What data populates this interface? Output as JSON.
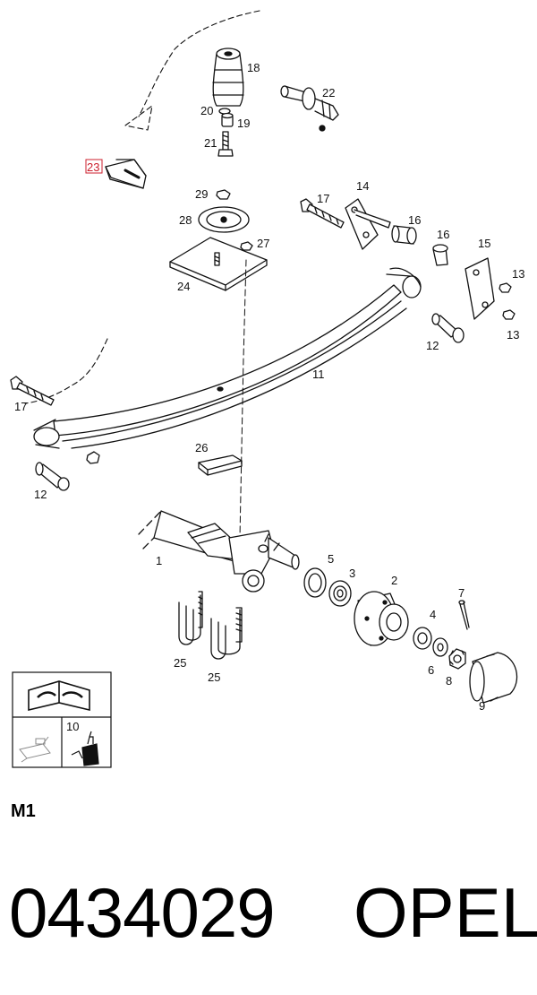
{
  "diagram": {
    "callouts": {
      "c1": "1",
      "c2": "2",
      "c3": "3",
      "c4": "4",
      "c5": "5",
      "c6": "6",
      "c7": "7",
      "c8": "8",
      "c9": "9",
      "c10": "10",
      "c11": "11",
      "c12a": "12",
      "c12b": "12",
      "c13a": "13",
      "c13b": "13",
      "c14": "14",
      "c15": "15",
      "c16a": "16",
      "c16b": "16",
      "c17a": "17",
      "c17b": "17",
      "c18": "18",
      "c19": "19",
      "c20": "20",
      "c21": "21",
      "c22": "22",
      "c23": "23",
      "c24": "24",
      "c25a": "25",
      "c25b": "25",
      "c26": "26",
      "c27": "27",
      "c28": "28",
      "c29": "29"
    },
    "highlight_color": "#cc1f2d",
    "legend_icons": [
      "open-book-wrench-icon",
      "grease-gun-icon",
      "oil-bottle-icon"
    ]
  },
  "section_code": "M1",
  "footer": {
    "part_number": "0434029",
    "brand": "OPEL"
  }
}
